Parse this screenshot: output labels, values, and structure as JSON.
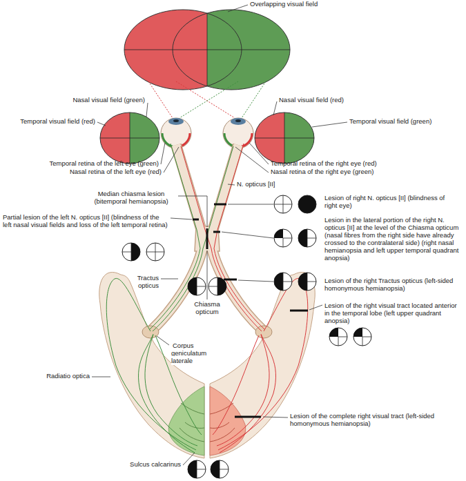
{
  "diagram": {
    "labels": [
      "Overlapping visual field",
      "Nasal visual field (green)",
      "Temporal visual field (red)",
      "Nasal visual field (red)",
      "Temporal visual field (green)",
      "Temporal retina of the left eye (green)",
      "Nasal retina of the left eye (red)",
      "Temporal retina of the right eye (red)",
      "Nasal retina of the right eye (green)",
      "Median chiasma lesion (bitemporal hemianopsia)",
      "N. opticus [II]",
      "Lesion of right N. opticus [II] (blindness of right eye)",
      "Partial lesion of the left N. opticus [II] (blindness of the left nasal visual fields and loss of the left temporal retina)",
      "Lesion in the lateral portion of the right N. opticus [II] at the level of the Chiasma opticum (nasal fibres from the right side have already crossed to the contralateral side) (right nasal hemianopsia and left upper temporal quadrant anopsia)",
      "Tractus opticus",
      "Chiasma opticum",
      "Lesion of the right Tractus opticus (left-sided homonymous hemianopsia)",
      "Lesion of the right visual tract located anterior in the temporal lobe (left upper quadrant anopsia)",
      "Corpus geniculatum laterale",
      "Radiatio optica",
      "Sulcus calcarinus",
      "Lesion of the complete right visual tract (left-sided homonymous hemianopsia)"
    ]
  }
}
